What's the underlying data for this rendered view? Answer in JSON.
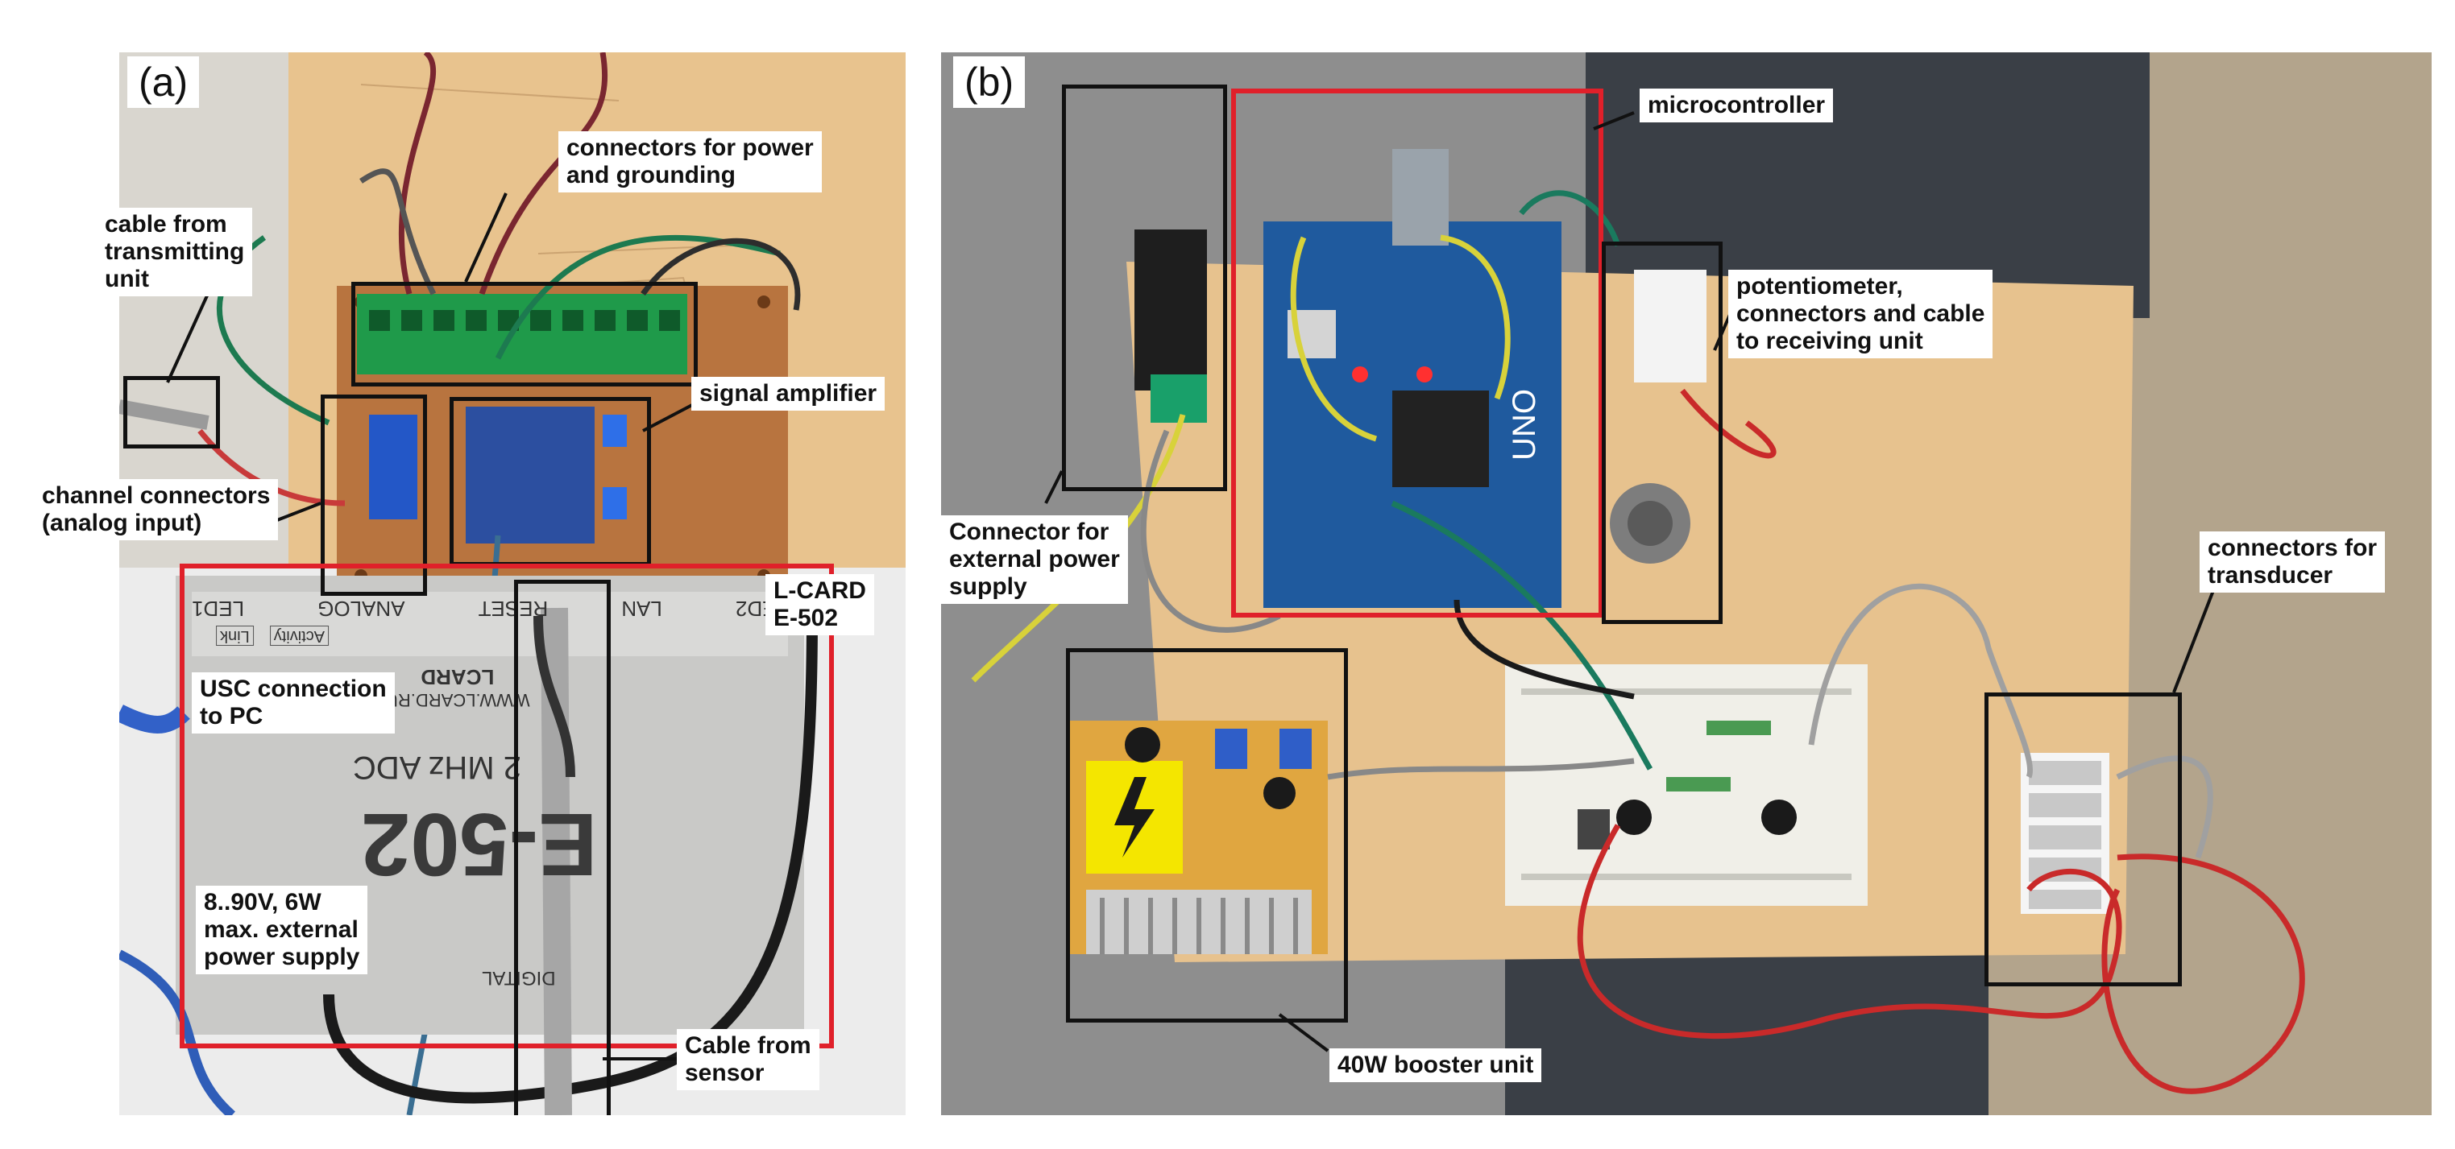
{
  "panels": [
    {
      "tag": "(a)"
    },
    {
      "tag": "(b)"
    }
  ],
  "labels_a": {
    "cable_from_transmitting_unit": "cable from\ntransmitting\nunit",
    "connectors_power_grounding": "connectors for power\nand grounding",
    "signal_amplifier": "signal amplifier",
    "channel_connectors": "channel connectors\n(analog input)",
    "lcard": "L-CARD\nE-502",
    "usc_connection": "USC connection\nto PC",
    "power_supply_spec": "8..90V, 6W\nmax. external\npower supply",
    "cable_from_sensor": "Cable from\nsensor"
  },
  "labels_b": {
    "microcontroller": "microcontroller",
    "potentiometer": "potentiometer,\nconnectors and cable\nto receiving unit",
    "external_power_connector": "Connector for\nexternal power\nsupply",
    "transducer_connectors": "connectors for\ntransducer",
    "booster_unit": "40W booster unit"
  },
  "device_print": {
    "model": "E-502",
    "adc": "2 MHz ADC",
    "brand": "LCARD",
    "url": "WWW.LCARD.RU",
    "ports": [
      "LED2",
      "LAN",
      "RESET",
      "ANALOG",
      "LED1"
    ],
    "port_small": [
      "Activity",
      "Link"
    ],
    "digital": "DIGITAL",
    "uno": "UNO"
  },
  "colors": {
    "highlight_red": "#e0202a",
    "box_black": "#111111",
    "wood": "#e7c28e",
    "gravel": "#8d8d8d",
    "table": "#e9e9e9",
    "carpet": "#b3a48c"
  }
}
